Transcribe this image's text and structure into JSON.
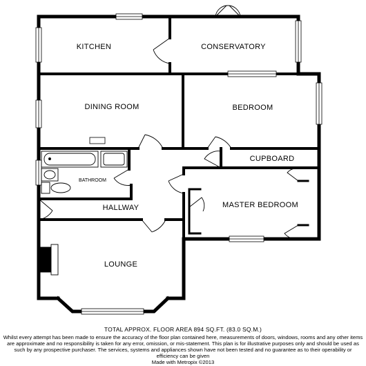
{
  "rooms": {
    "kitchen": "KITCHEN",
    "conservatory": "CONSERVATORY",
    "dining_room": "DINING ROOM",
    "bedroom": "BEDROOM",
    "cupboard": "CUPBOARD",
    "bathroom": "BATHROOM",
    "hallway": "HALLWAY",
    "master_bedroom": "MASTER BEDROOM",
    "lounge": "LOUNGE"
  },
  "footer": {
    "total_area": "TOTAL APPROX. FLOOR AREA 894 SQ.FT. (83.0 SQ.M.)",
    "disclaimer": "Whilst every attempt has been made to ensure the accuracy of the floor plan contained here, measurements of doors, windows, rooms and any other items are approximate and no responsibility is taken for any error, omission, or mis-statement. This plan is for illustrative purposes only and should be used as such by any prospective purchaser. The services, systems and appliances shown have not been tested and no guarantee as to their operability or efficiency can be given",
    "credit": "Made with Metropix ©2013"
  },
  "colors": {
    "wall": "#000000",
    "window": "#ffffff",
    "background": "#ffffff"
  }
}
